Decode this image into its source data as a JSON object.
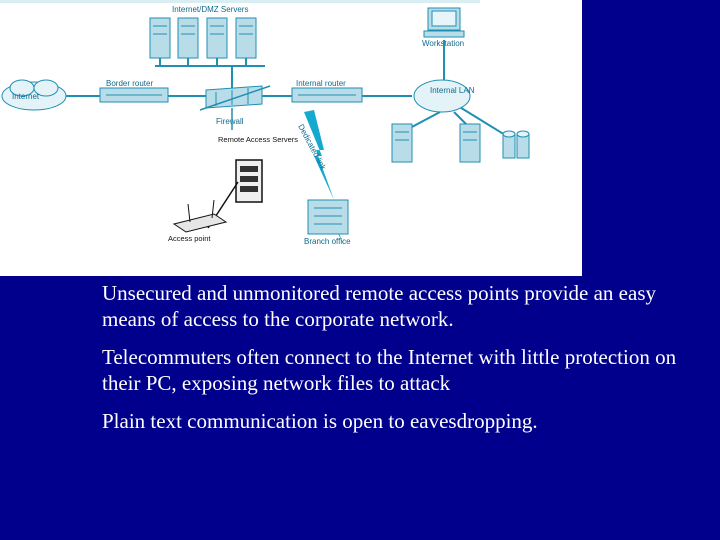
{
  "diagram": {
    "labels": {
      "servers": "Internet/DMZ Servers",
      "workstation": "Workstation",
      "internet": "Internet",
      "border_router": "Border router",
      "internal_router": "Internal router",
      "internal_lan": "Internal LAN",
      "firewall": "Firewall",
      "remote_access_server": "Remote Access Servers",
      "dialup_link": "Dedicated link",
      "access_point": "Access point",
      "branch_office": "Branch office"
    }
  },
  "bullets": [
    "Unsecured and unmonitored remote access points provide an easy means of access to the corporate network.",
    "Telecommuters often connect to the Internet with little protection on their PC, exposing network files to attack",
    "Plain text communication is open to eavesdropping."
  ],
  "colors": {
    "background": "#00008c",
    "diagram_background": "#ffffff",
    "text": "#ffffff",
    "device_fill": "#b8dde8",
    "line": "#1f8fb3",
    "lightning": "#16a9cf"
  }
}
